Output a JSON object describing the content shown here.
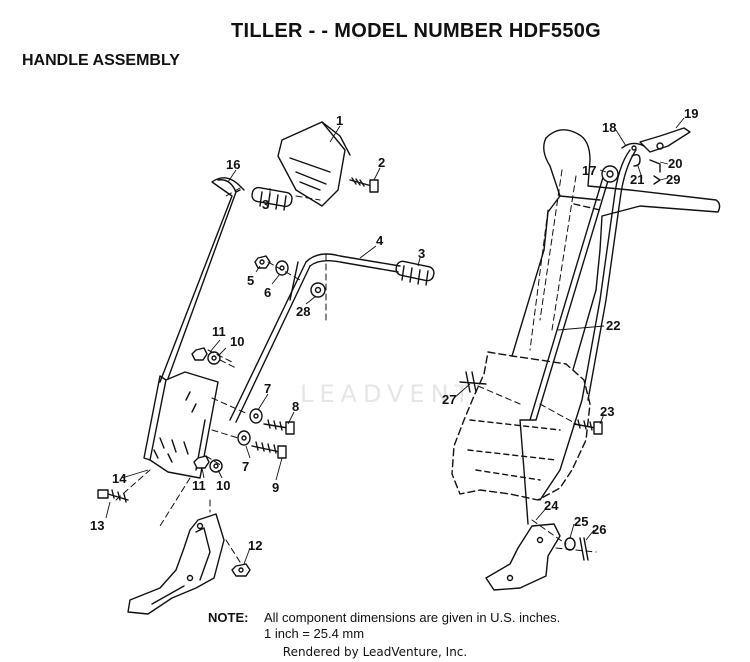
{
  "title": "TILLER - - MODEL NUMBER HDF550G",
  "subtitle": "HANDLE ASSEMBLY",
  "watermark": "LEADVENTURE",
  "callouts": {
    "c1": "1",
    "c2": "2",
    "c3a": "3",
    "c3b": "3",
    "c4": "4",
    "c5": "5",
    "c6": "6",
    "c7a": "7",
    "c7b": "7",
    "c8": "8",
    "c9": "9",
    "c10a": "10",
    "c10b": "10",
    "c11a": "11",
    "c11b": "11",
    "c12": "12",
    "c13": "13",
    "c14": "14",
    "c16": "16",
    "c17": "17",
    "c18": "18",
    "c19": "19",
    "c20": "20",
    "c21": "21",
    "c22": "22",
    "c23": "23",
    "c24": "24",
    "c25": "25",
    "c26": "26",
    "c27": "27",
    "c28": "28",
    "c29": "29"
  },
  "note": {
    "label": "NOTE:",
    "line1": "All component dimensions are given in U.S. inches.",
    "line2": "1 inch = 25.4 mm"
  },
  "footer": "Rendered by LeadVenture, Inc."
}
